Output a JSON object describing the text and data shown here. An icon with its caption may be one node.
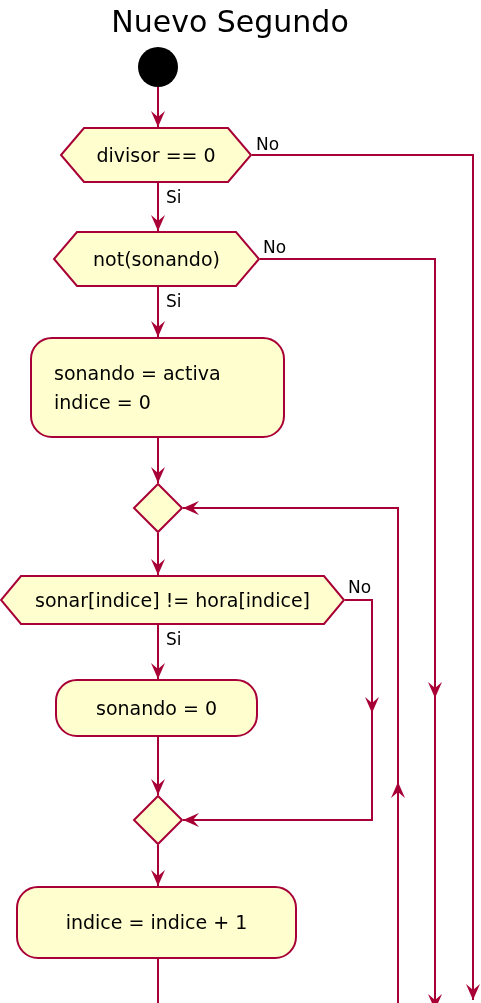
{
  "diagram": {
    "title": "Nuevo Segundo",
    "nodes": [
      {
        "text": [],
        "shape": "circle"
      },
      {
        "text": [
          "divisor == 0"
        ]
      },
      {
        "text": [
          "not(sonando)"
        ]
      },
      {
        "text": [
          "sonando = activa",
          "indice = 0"
        ]
      },
      {
        "text": [],
        "shape": "diamond"
      },
      {
        "text": [
          "sonar[indice] != hora[indice]"
        ]
      },
      {
        "text": [
          "sonando = 0"
        ]
      },
      {
        "text": [],
        "shape": "diamond"
      },
      {
        "text": [
          "indice = indice + 1"
        ]
      }
    ],
    "edges": [
      {
        "from": 0,
        "to": 1,
        "arrow": "to"
      },
      {
        "from": 1,
        "to": 2,
        "arrow": "to",
        "label": "Si"
      },
      {
        "from": 1,
        "to": null,
        "arrow": "to",
        "label": "No"
      },
      {
        "from": 2,
        "to": null,
        "arrow": "to",
        "label": "No"
      },
      {
        "from": 2,
        "to": 3,
        "arrow": "to",
        "label": "Si"
      },
      {
        "from": 3,
        "to": 4,
        "arrow": "to"
      },
      {
        "from": 4,
        "to": 5,
        "arrow": "to"
      },
      {
        "from": 5,
        "to": 6,
        "arrow": "to",
        "label": "Si"
      },
      {
        "from": 5,
        "to": 7,
        "arrow": "to",
        "label": "No"
      },
      {
        "from": 6,
        "to": 7,
        "arrow": "to"
      },
      {
        "from": 7,
        "to": 8,
        "arrow": "to"
      },
      {
        "from": 8,
        "to": 4,
        "arrow": "to"
      }
    ]
  }
}
